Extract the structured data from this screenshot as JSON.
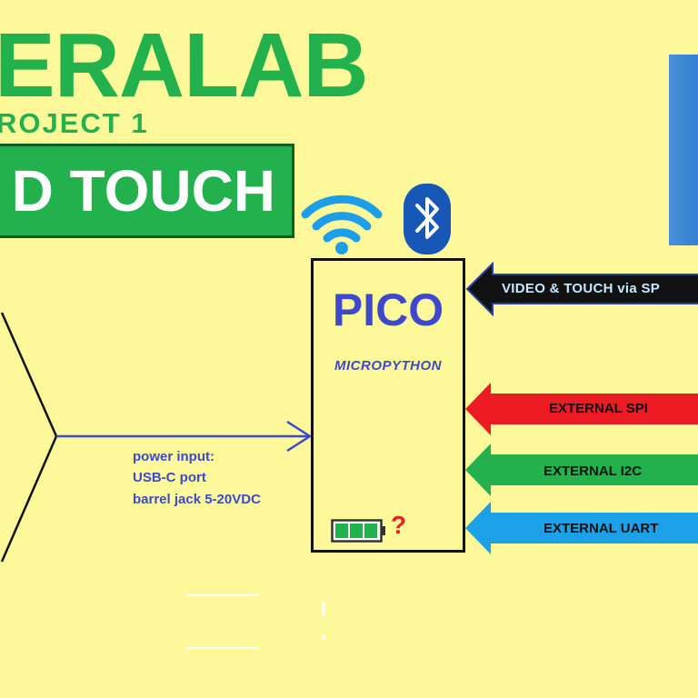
{
  "title": {
    "brand": "ERALAB",
    "subtitle": "ROJECT  1",
    "banner": "D TOUCH"
  },
  "pico": {
    "label": "PICO",
    "language": "MICROPYTHON"
  },
  "power": {
    "line1": "power input:",
    "line2": "USB-C port",
    "line3": "barrel jack 5-20VDC"
  },
  "battery_status": "?",
  "interfaces": [
    {
      "label": "VIDEO & TOUCH  via SP",
      "color": "#111111"
    },
    {
      "label": "EXTERNAL SPI",
      "color": "#ed1c24"
    },
    {
      "label": "EXTERNAL I2C",
      "color": "#22b14c"
    },
    {
      "label": "EXTERNAL UART",
      "color": "#1ca0e8"
    }
  ],
  "icons": [
    "wifi-icon",
    "bluetooth-icon",
    "battery-icon"
  ],
  "colors": {
    "background": "#fdf99a",
    "brand_green": "#22b14c",
    "pico_blue": "#3f48cc",
    "warning_red": "#e5222a"
  }
}
